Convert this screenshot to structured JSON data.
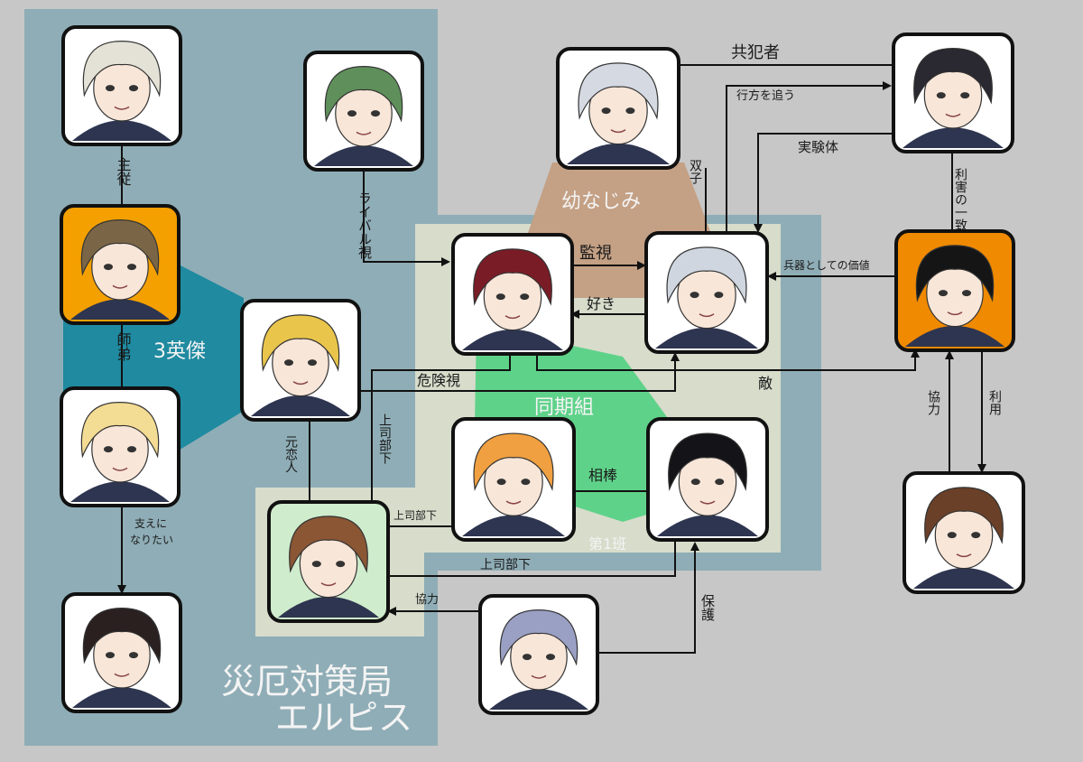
{
  "groups": {
    "elpis_line1": "災厄対策局",
    "elpis_line2": "エルピス",
    "three_heroes": "3英傑",
    "childhood": "幼なじみ",
    "same_class": "同期組",
    "team1": "第1班"
  },
  "relations": {
    "shujuu": "主従",
    "shitei": "師弟",
    "sasaetai_1": "支えに",
    "sasaetai_2": "なりたい",
    "rival": "ライバル視",
    "kanshi": "監視",
    "suki": "好き",
    "kikenshi": "危険視",
    "moto_koibito": "元恋人",
    "joushi_buka_v": "上司部下",
    "joushi_buka_1": "上司部下",
    "joushi_buka_2": "上司部下",
    "aibou": "相棒",
    "kyouryoku_1": "協力",
    "hogo": "保護",
    "futago": "双子",
    "kyouhansha": "共犯者",
    "yukue": "行方を追う",
    "jikkentai": "実験体",
    "rigai": "利害の一致",
    "heiki": "兵器としての価値",
    "teki": "敵",
    "kyouryoku_2": "協力",
    "riyou": "利用"
  },
  "characters": [
    {
      "id": "white-haired-man",
      "hair": "#e4e1d6",
      "bg": "#ffffff"
    },
    {
      "id": "goggled-mustache-man",
      "hair": "#7a6646",
      "bg": "#f4a000"
    },
    {
      "id": "ribbon-blonde-girl",
      "hair": "#f3dc93",
      "bg": "#ffffff"
    },
    {
      "id": "glasses-dark-girl",
      "hair": "#2a2020",
      "bg": "#ffffff"
    },
    {
      "id": "headband-green-man",
      "hair": "#5f8f5a",
      "bg": "#ffffff"
    },
    {
      "id": "blonde-man-center",
      "hair": "#e9c54c",
      "bg": "#ffffff"
    },
    {
      "id": "red-haired-man",
      "hair": "#7a1c26",
      "bg": "#ffffff"
    },
    {
      "id": "silver-ponytail-woman",
      "hair": "#cfd6df",
      "bg": "#ffffff"
    },
    {
      "id": "silver-haired-girl",
      "hair": "#d4d9e2",
      "bg": "#ffffff"
    },
    {
      "id": "orange-spiky-man",
      "hair": "#f0a040",
      "bg": "#ffffff"
    },
    {
      "id": "black-haired-man",
      "hair": "#141418",
      "bg": "#ffffff"
    },
    {
      "id": "brown-haired-woman",
      "hair": "#8a5634",
      "bg": "#cfeccc"
    },
    {
      "id": "goggles-purple-boy",
      "hair": "#9aa0c4",
      "bg": "#ffffff"
    },
    {
      "id": "dark-haired-man-topright",
      "hair": "#2a2830",
      "bg": "#ffffff"
    },
    {
      "id": "curly-glasses-man",
      "hair": "#151515",
      "bg": "#f08a00"
    },
    {
      "id": "hat-woman",
      "hair": "#6a4028",
      "bg": "#ffffff"
    }
  ],
  "colors": {
    "background": "#c7c7c7",
    "elpis_region": "#8fadb6",
    "team_region": "#d7dccb",
    "childhood_region": "#c4a084",
    "same_class_region": "#5fd28a",
    "three_heroes_region": "#1f8aa0"
  }
}
